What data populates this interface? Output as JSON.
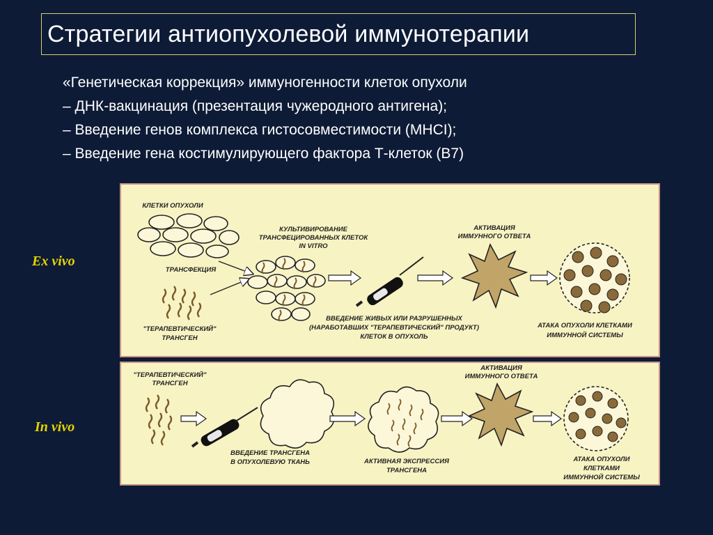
{
  "slide": {
    "title": "Стратегии антиопухолевой иммунотерапии",
    "bullets": [
      "«Генетическая коррекция» иммуногенности клеток опухоли",
      "– ДНК-вакцинация (презентация чужеродного антигена);",
      "– Введение генов комплекса гистосовместимости (MHCI);",
      "– Введение гена костимулирующего фактора Т-клеток (В7)"
    ],
    "colors": {
      "background": "#0d1b36",
      "title_border": "#d6d070",
      "side_label": "#e6d400",
      "panel": "#f8f3c3"
    }
  },
  "ex_vivo": {
    "side_label": "Ex vivo",
    "tumor_cells": "КЛЕТКИ ОПУХОЛИ",
    "cultivation": [
      "КУЛЬТИВИРОВАНИЕ",
      "ТРАНСФЕЦИРОВАННЫХ КЛЕТОК",
      "IN VITRO"
    ],
    "transfection": "ТРАНСФЕКЦИЯ",
    "activation": [
      "АКТИВАЦИЯ",
      "ИММУННОГО ОТВЕТА"
    ],
    "transgene": [
      "\"ТЕРАПЕВТИЧЕСКИЙ\"",
      "ТРАНСГЕН"
    ],
    "introduction": [
      "ВВЕДЕНИЕ ЖИВЫХ ИЛИ РАЗРУШЕННЫХ",
      "(НАРАБОТАВШИХ \"ТЕРАПЕВТИЧЕСКИЙ\" ПРОДУКТ)",
      "КЛЕТОК В ОПУХОЛЬ"
    ],
    "attack": [
      "АТАКА ОПУХОЛИ КЛЕТКАМИ",
      "ИММУННОЙ СИСТЕМЫ"
    ]
  },
  "in_vivo": {
    "side_label": "In vivo",
    "transgene": [
      "\"ТЕРАПЕВТИЧЕСКИЙ\"",
      "ТРАНСГЕН"
    ],
    "activation": [
      "АКТИВАЦИЯ",
      "ИММУННОГО ОТВЕТА"
    ],
    "introduction": [
      "ВВЕДЕНИЕ ТРАНСГЕНА",
      "В ОПУХОЛЕВУЮ ТКАНЬ"
    ],
    "expression": [
      "АКТИВНАЯ ЭКСПРЕССИЯ",
      "ТРАНСГЕНА"
    ],
    "attack": [
      "АТАКА ОПУХОЛИ",
      "КЛЕТКАМИ",
      "ИММУННОЙ СИСТЕМЫ"
    ]
  }
}
